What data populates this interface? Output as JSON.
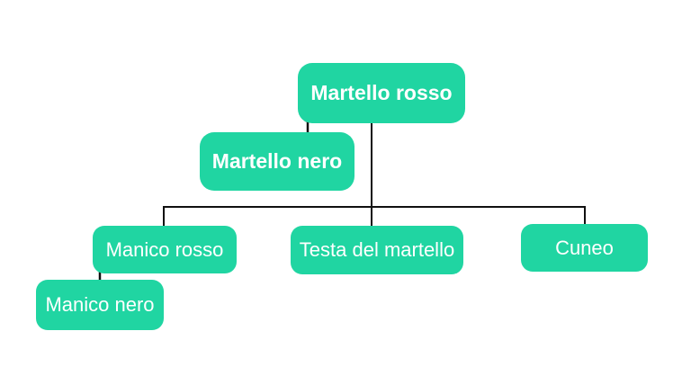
{
  "colors": {
    "node_fill": "#20d5a2",
    "node_text": "#ffffff",
    "connector": "#101010",
    "background": "#ffffff"
  },
  "nodes": {
    "martello_rosso": {
      "label": "Martello rosso"
    },
    "martello_nero": {
      "label": "Martello nero"
    },
    "manico_rosso": {
      "label": "Manico rosso"
    },
    "testa_del_martello": {
      "label": "Testa del martello"
    },
    "cuneo": {
      "label": "Cuneo"
    },
    "manico_nero": {
      "label": "Manico nero"
    }
  },
  "edges": [
    {
      "from": "Martello rosso",
      "to": "Manico rosso",
      "style": "elbow"
    },
    {
      "from": "Martello rosso",
      "to": "Testa del martello",
      "style": "elbow"
    },
    {
      "from": "Martello rosso",
      "to": "Cuneo",
      "style": "elbow"
    },
    {
      "from": "Martello rosso",
      "to": "Martello nero",
      "style": "dot-endpoints"
    },
    {
      "from": "Manico rosso",
      "to": "Manico nero",
      "style": "dot-endpoints"
    }
  ]
}
